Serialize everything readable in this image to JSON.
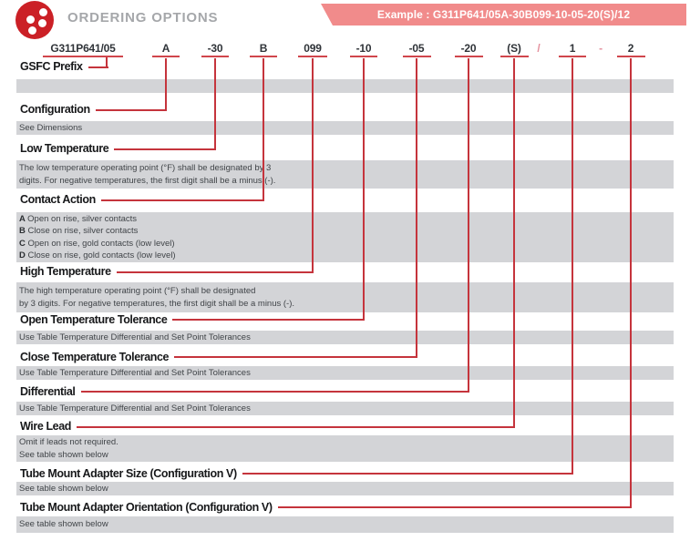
{
  "header": {
    "title": "ORDERING OPTIONS",
    "example_label": "Example : G311P641/05A-30B099-10-05-20(S)/12",
    "logo": "four-dot-disc-logo"
  },
  "part_number": {
    "segments": [
      {
        "text": "G311P641/05",
        "separator": false
      },
      {
        "text": "A",
        "separator": false
      },
      {
        "text": "-30",
        "separator": false
      },
      {
        "text": "B",
        "separator": false
      },
      {
        "text": "099",
        "separator": false
      },
      {
        "text": "-10",
        "separator": false
      },
      {
        "text": "-05",
        "separator": false
      },
      {
        "text": "-20",
        "separator": false
      },
      {
        "text": "(S)",
        "separator": false
      },
      {
        "text": "/",
        "separator": true
      },
      {
        "text": "1",
        "separator": false
      },
      {
        "text": "-",
        "separator": true
      },
      {
        "text": "2",
        "separator": false
      }
    ]
  },
  "sections": [
    {
      "heading": "GSFC Prefix",
      "lines": []
    },
    {
      "heading": "Configuration",
      "lines": [
        {
          "t": "See Dimensions"
        }
      ]
    },
    {
      "heading": "Low Temperature",
      "lines": [
        {
          "t": "The low temperature operating point (°F) shall be designated by 3"
        },
        {
          "t": "digits. For negative temperatures, the first digit shall be a minus (-)."
        }
      ]
    },
    {
      "heading": "Contact Action",
      "lines": [
        {
          "b": "A",
          "t": "Open on rise, silver contacts"
        },
        {
          "b": "B",
          "t": "Close on rise, silver contacts"
        },
        {
          "b": "C",
          "t": "Open on rise, gold contacts (low level)"
        },
        {
          "b": "D",
          "t": "Close on rise, gold contacts (low level)"
        }
      ]
    },
    {
      "heading": "High Temperature",
      "lines": [
        {
          "t": "The high temperature operating point (°F) shall be designated"
        },
        {
          "t": "by 3 digits. For negative temperatures, the first digit shall be a minus (-)."
        }
      ]
    },
    {
      "heading": "Open Temperature Tolerance",
      "lines": [
        {
          "t": "Use Table Temperature Differential and Set Point Tolerances"
        }
      ]
    },
    {
      "heading": "Close Temperature Tolerance",
      "lines": [
        {
          "t": "Use Table Temperature Differential and Set Point Tolerances"
        }
      ]
    },
    {
      "heading": "Differential",
      "lines": [
        {
          "t": "Use Table Temperature Differential and Set Point Tolerances"
        }
      ]
    },
    {
      "heading": "Wire Lead",
      "lines": [
        {
          "t": "Omit if leads not required."
        },
        {
          "t": "See table shown below"
        }
      ]
    },
    {
      "heading": "Tube Mount Adapter Size (Configuration V)",
      "lines": [
        {
          "t": "See table shown below"
        }
      ]
    },
    {
      "heading": "Tube Mount Adapter Orientation (Configuration V)",
      "lines": [
        {
          "t": "See table shown below"
        }
      ]
    }
  ],
  "colors": {
    "logo-red": "#cb2026",
    "title-gray": "#a5a7aa",
    "banner-pink": "#f18b8b",
    "accent-red": "#c5343c",
    "underline-red": "#d0464c",
    "separator-pink": "#e48f9c",
    "bar-gray": "#d3d4d7",
    "heading-black": "#17181a",
    "note-gray": "#404448",
    "segment-dark": "#303439"
  }
}
